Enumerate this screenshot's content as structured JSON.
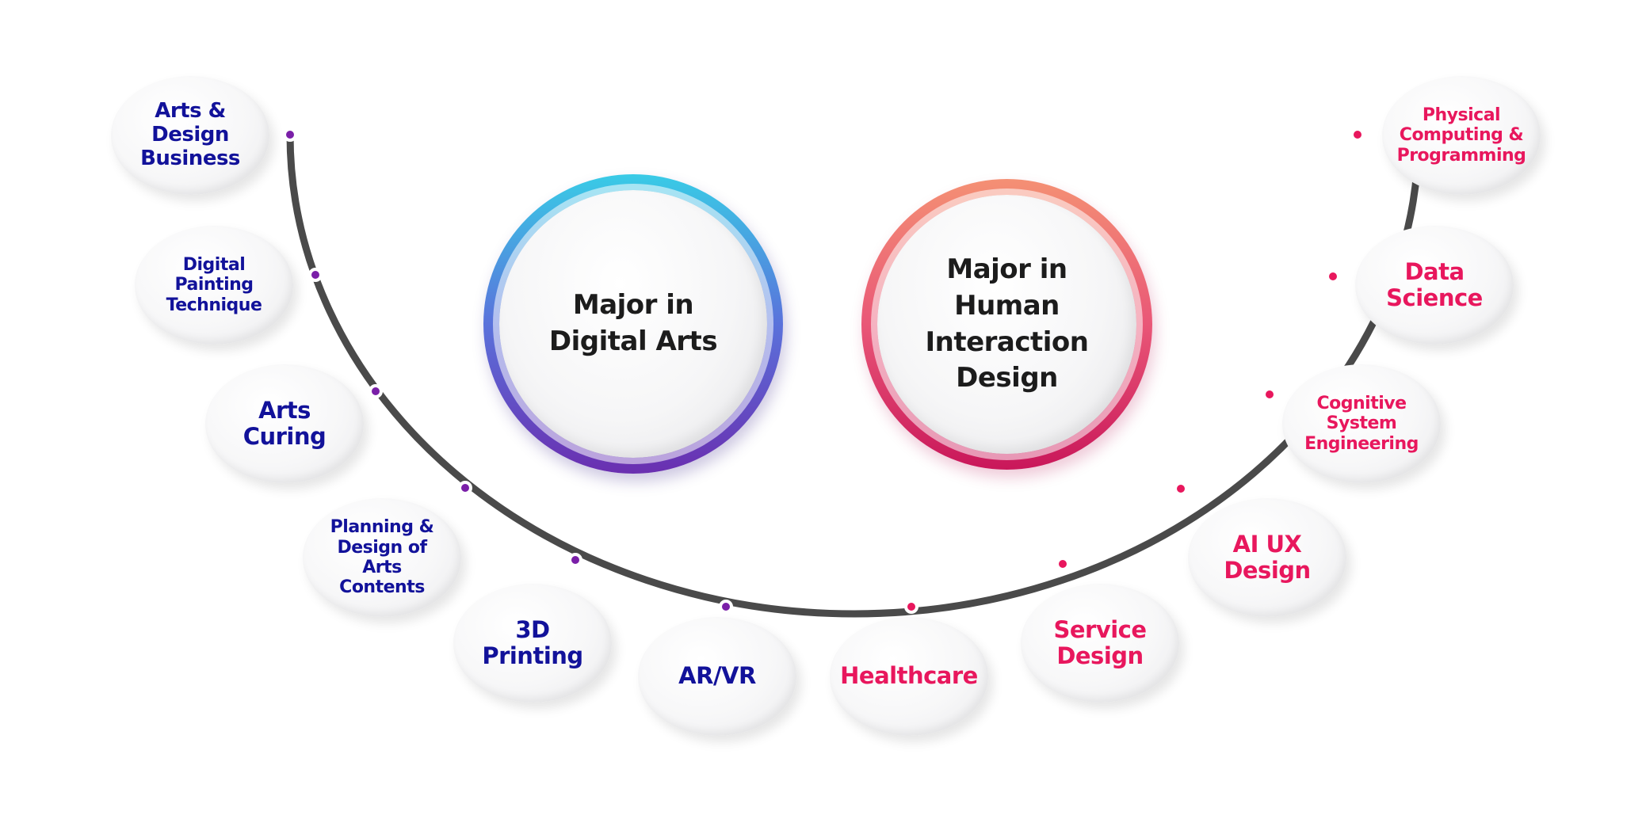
{
  "majors": [
    {
      "line1": "Major in",
      "line2": "Digital Arts"
    },
    {
      "line1": "Major in",
      "line2": "Human Interaction",
      "line3": "Design"
    }
  ],
  "digital_arts_topics": [
    "Arts & Design Business",
    "Digital Painting Technique",
    "Arts Curing",
    "Planning & Design of Arts Contents",
    "3D Printing",
    "AR/VR"
  ],
  "hid_topics": [
    "Healthcare",
    "Service Design",
    "AI UX Design",
    "Cognitive System Engineering",
    "Data Science",
    "Physical Computing & Programming"
  ],
  "colors": {
    "digital_arts_text": "#12129a",
    "hid_text": "#e8175d",
    "arc": "#4a4a4a",
    "digital_arts_dot": "#7a1fa8",
    "hid_dot": "#e8175d"
  }
}
